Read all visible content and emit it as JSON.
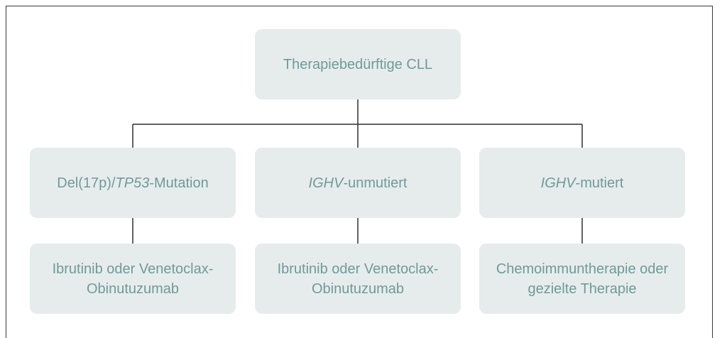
{
  "diagram": {
    "root": {
      "label": "Therapiebedürftige CLL"
    },
    "branches": [
      {
        "condition": {
          "prefix": "Del(17p)/",
          "italic": "TP53",
          "suffix": "-Mutation"
        },
        "therapy": {
          "line1": "Ibrutinib oder Venetoclax-",
          "line2": "Obinutuzumab"
        }
      },
      {
        "condition": {
          "prefix": "",
          "italic": "IGHV",
          "suffix": "-unmutiert"
        },
        "therapy": {
          "line1": "Ibrutinib oder Venetoclax-",
          "line2": "Obinutuzumab"
        }
      },
      {
        "condition": {
          "prefix": "",
          "italic": "IGHV",
          "suffix": "-mutiert"
        },
        "therapy": {
          "line1": "Chemoimmuntherapie oder",
          "line2": "gezielte Therapie"
        }
      }
    ],
    "colors": {
      "box_fill": "#e6ecec",
      "text": "#6f9a9a",
      "connector": "#2f2f2f",
      "frame": "#3a3a3a"
    }
  }
}
